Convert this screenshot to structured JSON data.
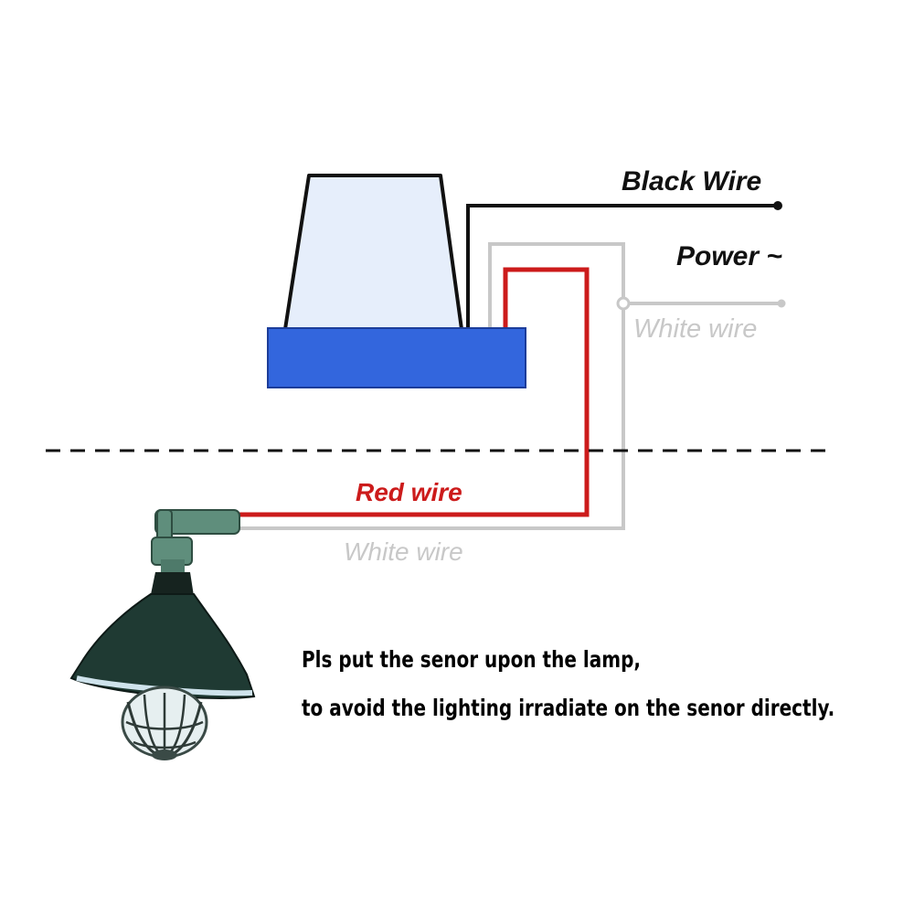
{
  "labels": {
    "black_wire": "Black Wire",
    "power": "Power ~",
    "white_wire_top": "White wire",
    "red_wire": "Red wire",
    "white_wire_bottom": "White wire"
  },
  "note": {
    "line1": "Pls put the senor upon the lamp,",
    "line2": "to avoid the lighting irradiate on the senor directly."
  },
  "colors": {
    "black_wire": "#111111",
    "red_wire": "#cc1b1b",
    "white_wire": "#c8c8c8",
    "sensor_body": "#3366dd",
    "sensor_dome": "#e6eefb",
    "lamp_shade": "#1f3a33",
    "lamp_bracket": "#5f8e7c"
  }
}
